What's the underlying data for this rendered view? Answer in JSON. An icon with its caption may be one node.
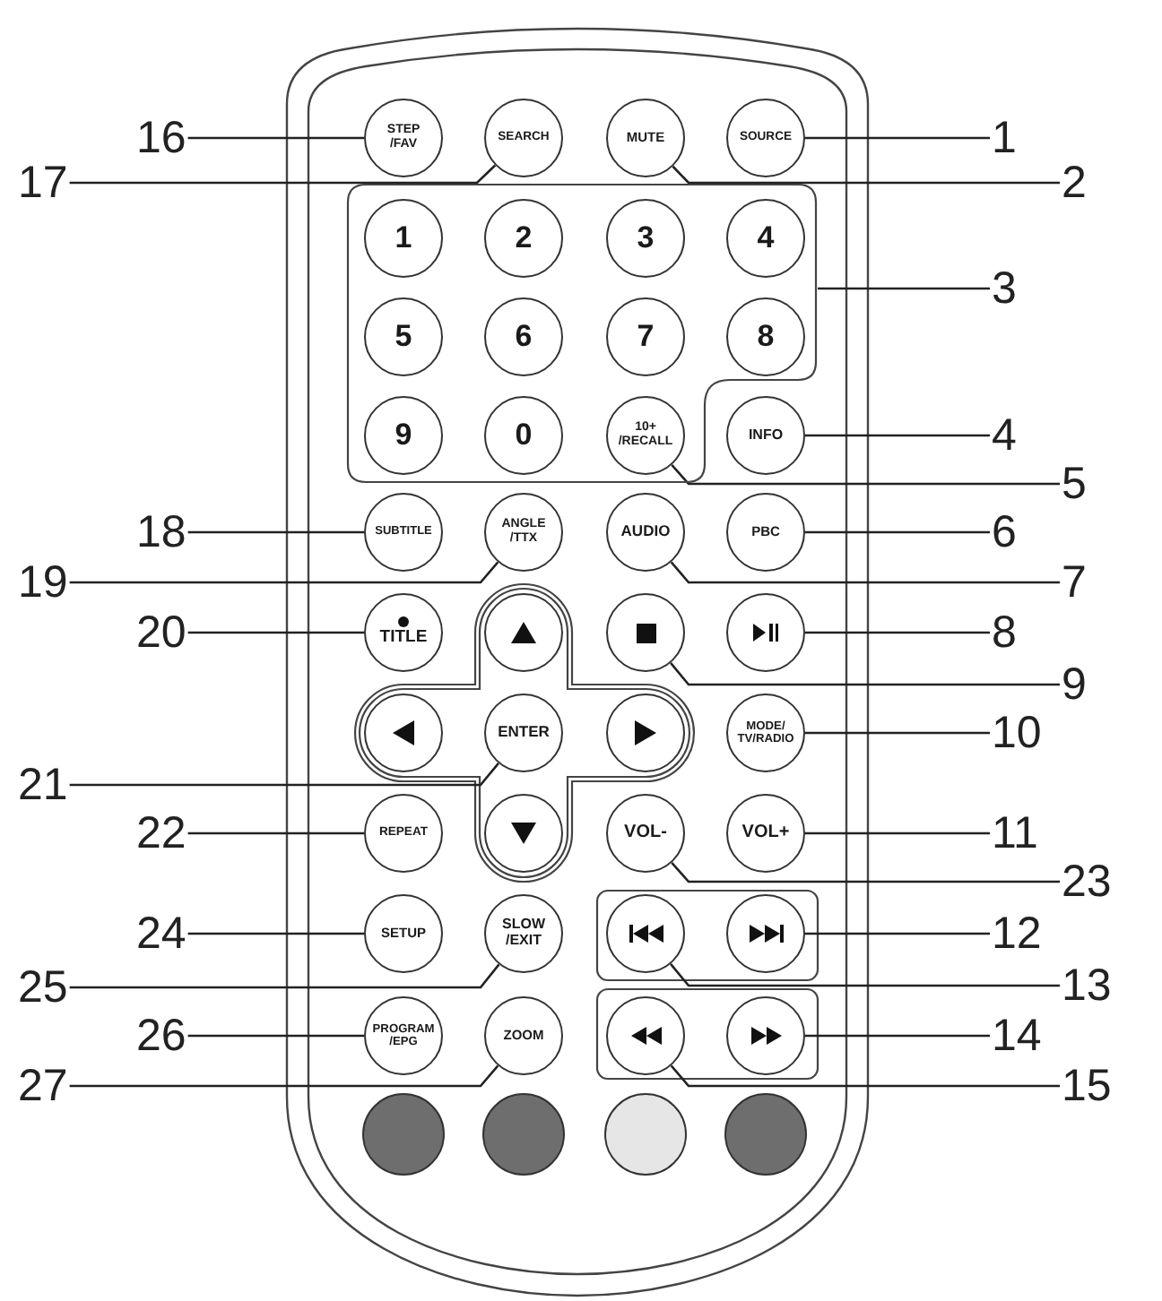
{
  "diagram": {
    "nodes": [
      {
        "text": [
          "16"
        ]
      },
      {
        "text": [
          "STEP /FAV"
        ]
      },
      {
        "text": [
          "SEARCH"
        ]
      },
      {
        "text": [
          "MUTE"
        ]
      },
      {
        "text": [
          "SOURCE"
        ]
      },
      {
        "text": [
          "1"
        ]
      },
      {
        "text": [
          "17"
        ]
      },
      {
        "text": [
          "2"
        ]
      },
      {
        "text": [],
        "shape": "box"
      },
      {
        "text": [
          "1"
        ],
        "in": 8
      },
      {
        "text": [
          "2"
        ],
        "in": 8
      },
      {
        "text": [
          "3"
        ],
        "in": 8
      },
      {
        "text": [
          "4"
        ],
        "in": 8
      },
      {
        "text": [
          "3"
        ]
      },
      {
        "text": [
          "5"
        ],
        "in": 8
      },
      {
        "text": [
          "6"
        ],
        "in": 8
      },
      {
        "text": [
          "7"
        ],
        "in": 8
      },
      {
        "text": [
          "8"
        ],
        "in": 8
      },
      {
        "text": [
          "9"
        ],
        "in": 8
      },
      {
        "text": [
          "0"
        ],
        "in": 8
      },
      {
        "text": [
          "10+ /RECALL"
        ],
        "in": 8
      },
      {
        "text": [
          "INFO"
        ]
      },
      {
        "text": [
          "4"
        ]
      },
      {
        "text": [
          "5"
        ]
      },
      {
        "text": [
          "18"
        ]
      },
      {
        "text": [
          "SUBTITLE"
        ]
      },
      {
        "text": [
          "ANGLE /TTX"
        ]
      },
      {
        "text": [
          "AUDIO"
        ]
      },
      {
        "text": [
          "PBC"
        ]
      },
      {
        "text": [
          "6"
        ]
      },
      {
        "text": [
          "19"
        ]
      },
      {
        "text": [
          "7"
        ]
      },
      {
        "text": [
          "20"
        ]
      },
      {
        "text": [
          "TITLE"
        ]
      },
      {
        "text": [],
        "shape": "circle"
      },
      {
        "text": [],
        "shape": "circle"
      },
      {
        "text": [],
        "shape": "circle"
      },
      {
        "text": [
          "8"
        ]
      },
      {
        "text": [
          "9"
        ]
      },
      {
        "text": [],
        "shape": "circle"
      },
      {
        "text": [
          "ENTER"
        ]
      },
      {
        "text": [],
        "shape": "circle"
      },
      {
        "text": [
          "MODE/ TV/RADIO"
        ]
      },
      {
        "text": [
          "10"
        ]
      },
      {
        "text": [
          "21"
        ]
      },
      {
        "text": [
          "22"
        ]
      },
      {
        "text": [
          "REPEAT"
        ]
      },
      {
        "text": [],
        "shape": "circle"
      },
      {
        "text": [
          "VOL-"
        ]
      },
      {
        "text": [
          "VOL+"
        ]
      },
      {
        "text": [
          "11"
        ]
      },
      {
        "text": [
          "23"
        ]
      },
      {
        "text": [
          "24"
        ]
      },
      {
        "text": [
          "SETUP"
        ]
      },
      {
        "text": [
          "SLOW /EXIT"
        ]
      },
      {
        "text": [],
        "shape": "circle"
      },
      {
        "text": [],
        "shape": "circle"
      },
      {
        "text": [
          "12"
        ]
      },
      {
        "text": [
          "25"
        ]
      },
      {
        "text": [
          "13"
        ]
      },
      {
        "text": [
          "26"
        ]
      },
      {
        "text": [
          "PROGRAM /EPG"
        ]
      },
      {
        "text": [
          "ZOOM"
        ]
      },
      {
        "text": [],
        "shape": "circle"
      },
      {
        "text": [],
        "shape": "circle"
      },
      {
        "text": [
          "14"
        ]
      },
      {
        "text": [
          "27"
        ]
      },
      {
        "text": [
          "15"
        ]
      },
      {
        "text": [],
        "shape": "circle"
      },
      {
        "text": [],
        "shape": "circle"
      },
      {
        "text": [],
        "shape": "circle"
      },
      {
        "text": [],
        "shape": "circle"
      }
    ],
    "edges": [
      {
        "from": 0,
        "to": 1,
        "arrow": "none"
      },
      {
        "from": 5,
        "to": 4,
        "arrow": "none"
      },
      {
        "from": 6,
        "to": 2,
        "arrow": "none"
      },
      {
        "from": 7,
        "to": 3,
        "arrow": "none"
      },
      {
        "from": 13,
        "to": 8,
        "arrow": "none"
      },
      {
        "from": 22,
        "to": 21,
        "arrow": "none"
      },
      {
        "from": 23,
        "to": 20,
        "arrow": "none"
      },
      {
        "from": 24,
        "to": 25,
        "arrow": "none"
      },
      {
        "from": 29,
        "to": 28,
        "arrow": "none"
      },
      {
        "from": 30,
        "to": 26,
        "arrow": "none"
      },
      {
        "from": 31,
        "to": 27,
        "arrow": "none"
      },
      {
        "from": 32,
        "to": 33,
        "arrow": "none"
      },
      {
        "from": 37,
        "to": 36,
        "arrow": "none"
      },
      {
        "from": 38,
        "to": 35,
        "arrow": "none"
      },
      {
        "from": 43,
        "to": 42,
        "arrow": "none"
      },
      {
        "from": 44,
        "to": 40,
        "arrow": "none"
      },
      {
        "from": 45,
        "to": 46,
        "arrow": "none"
      },
      {
        "from": 50,
        "to": 49,
        "arrow": "none"
      },
      {
        "from": 51,
        "to": 48,
        "arrow": "none"
      },
      {
        "from": 52,
        "to": 53,
        "arrow": "none"
      },
      {
        "from": 58,
        "to": 54,
        "arrow": "none"
      },
      {
        "from": 57,
        "to": 56,
        "arrow": "none"
      },
      {
        "from": 59,
        "to": 55,
        "arrow": "none"
      },
      {
        "from": 60,
        "to": 61,
        "arrow": "none"
      },
      {
        "from": 65,
        "to": 64,
        "arrow": "none"
      },
      {
        "from": 66,
        "to": 62,
        "arrow": "none"
      },
      {
        "from": 67,
        "to": 63,
        "arrow": "none"
      }
    ]
  }
}
